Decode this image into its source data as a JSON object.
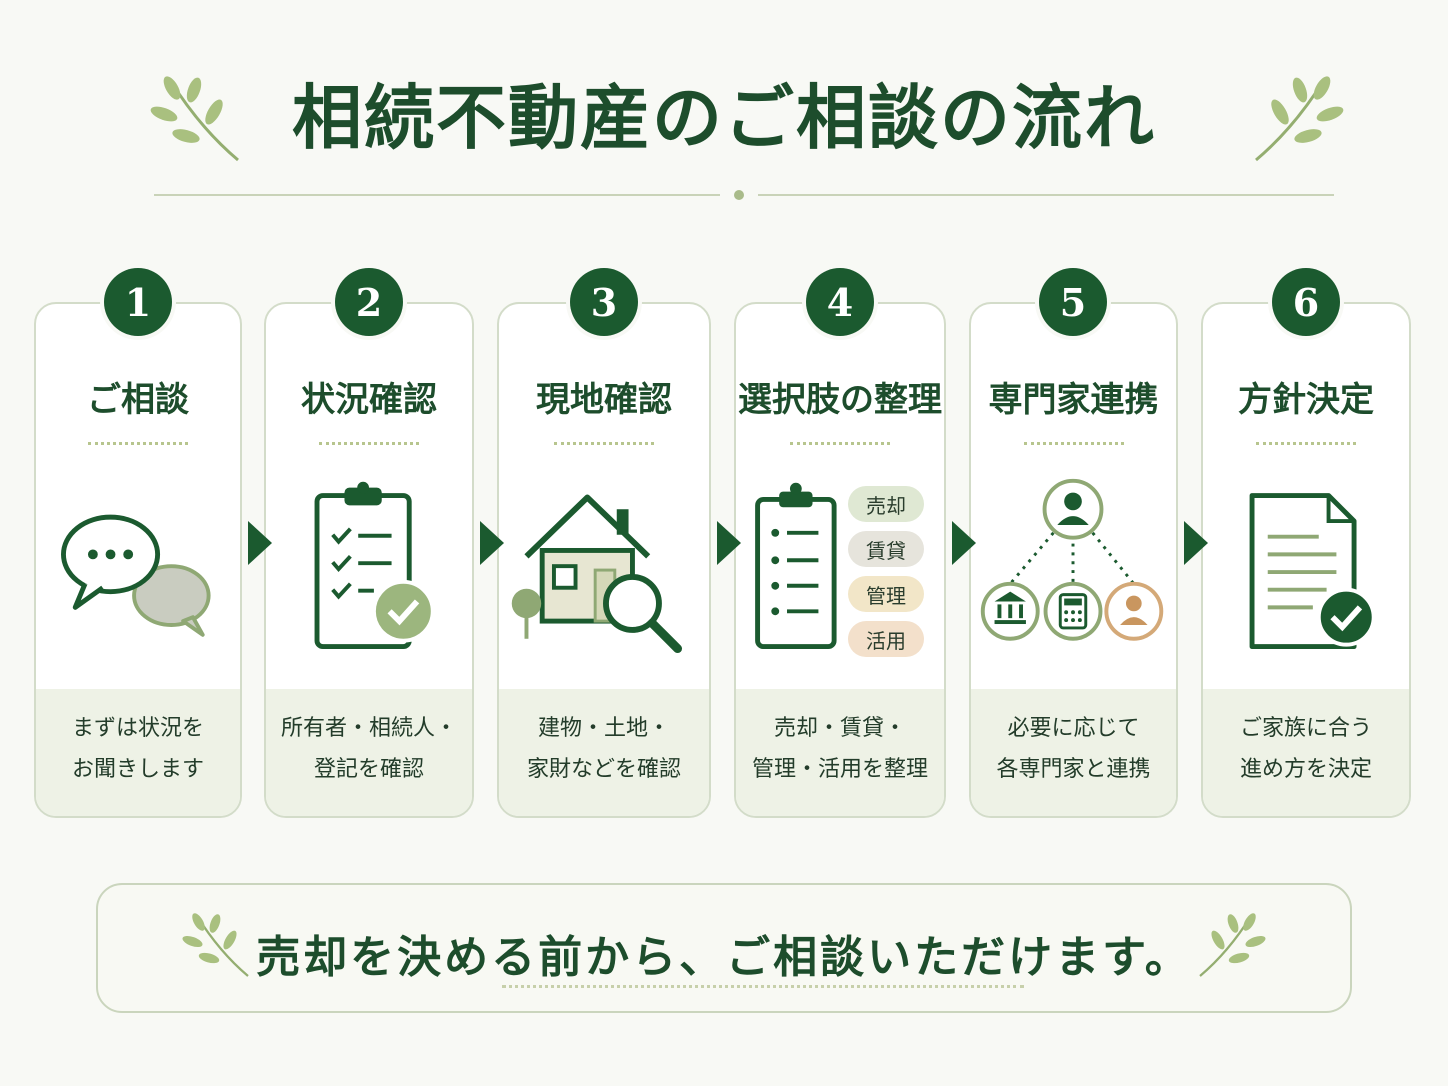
{
  "title": "相続不動産のご相談の流れ",
  "steps": [
    {
      "number": "1",
      "heading": "ご相談",
      "desc": "まずは状況を\nお聞きします"
    },
    {
      "number": "2",
      "heading": "状況確認",
      "desc": "所有者・相続人・\n登記を確認"
    },
    {
      "number": "3",
      "heading": "現地確認",
      "desc": "建物・土地・\n家財などを確認"
    },
    {
      "number": "4",
      "heading": "選択肢の整理",
      "desc": "売却・賃貸・\n管理・活用を整理",
      "tags": [
        "売却",
        "賃貸",
        "管理",
        "活用"
      ]
    },
    {
      "number": "5",
      "heading": "専門家連携",
      "desc": "必要に応じて\n各専門家と連携"
    },
    {
      "number": "6",
      "heading": "方針決定",
      "desc": "ご家族に合う\n進め方を決定"
    }
  ],
  "banner": {
    "text": "売却を決める前から、ご相談いただけます。"
  },
  "icons": [
    "chat-bubbles-icon",
    "clipboard-check-icon",
    "house-search-icon",
    "option-list-icon",
    "expert-network-icon",
    "document-check-icon"
  ],
  "colors": {
    "primary": "#1b5a2f",
    "accent": "#9cb67e",
    "background": "#f8f9f5"
  }
}
